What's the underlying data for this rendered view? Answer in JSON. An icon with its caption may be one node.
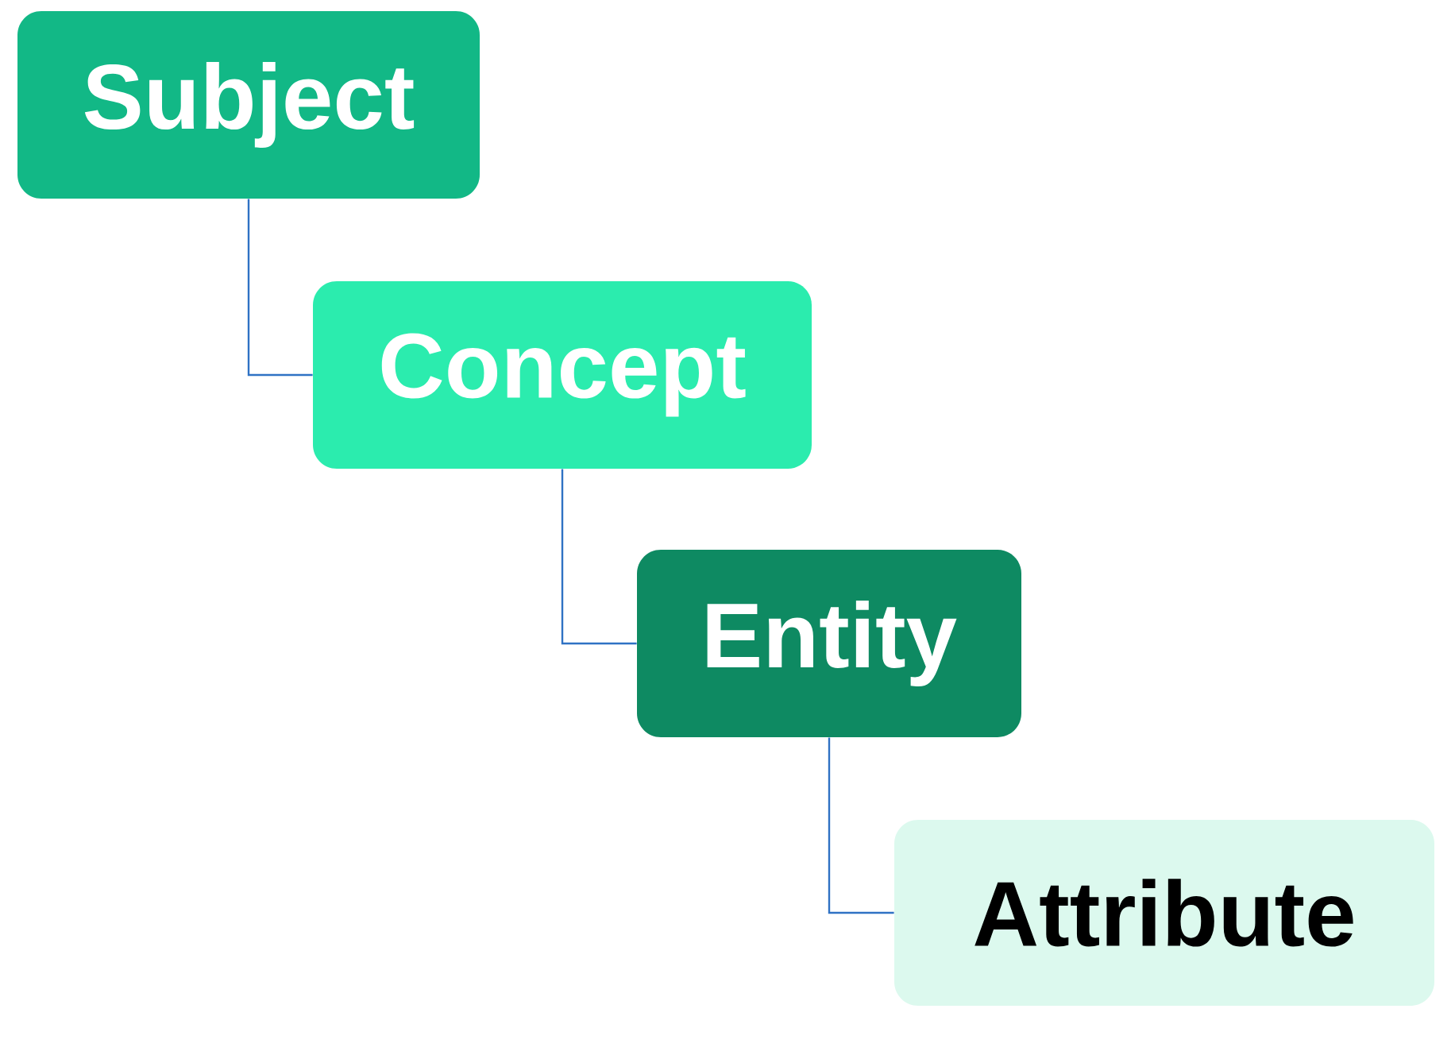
{
  "diagram": {
    "nodes": [
      {
        "text": [
          "Subject"
        ]
      },
      {
        "text": [
          "Concept"
        ]
      },
      {
        "text": [
          "Entity"
        ]
      },
      {
        "text": [
          "Attribute"
        ]
      }
    ],
    "edges": [
      {
        "from": 0,
        "to": 1,
        "arrow": "none"
      },
      {
        "from": 1,
        "to": 2,
        "arrow": "none"
      },
      {
        "from": 2,
        "to": 3,
        "arrow": "none"
      }
    ]
  }
}
